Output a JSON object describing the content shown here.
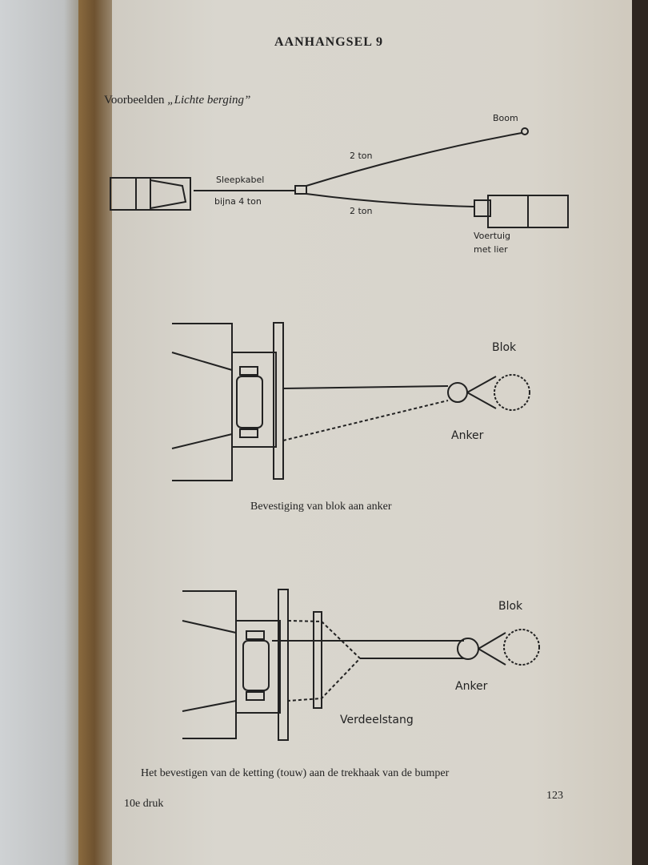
{
  "header": {
    "title": "AANHANGSEL 9"
  },
  "section": {
    "prefix": "Voorbeelden ",
    "italic": "„Lichte berging”"
  },
  "diagram1": {
    "boom": "Boom",
    "upper_load": "2 ton",
    "cable": "Sleepkabel",
    "cable_load": "bijna 4 ton",
    "lower_load": "2 ton",
    "vehicle_line1": "Voertuig",
    "vehicle_line2": "met lier"
  },
  "diagram2": {
    "block": "Blok",
    "anchor": "Anker",
    "caption": "Bevestiging van blok aan anker"
  },
  "diagram3": {
    "block": "Blok",
    "anchor": "Anker",
    "bar": "Verdeelstang",
    "caption": "Het bevestigen van de ketting (touw) aan de trekhaak van de bumper"
  },
  "footer": {
    "edition": "10e druk",
    "page_number": "123"
  }
}
